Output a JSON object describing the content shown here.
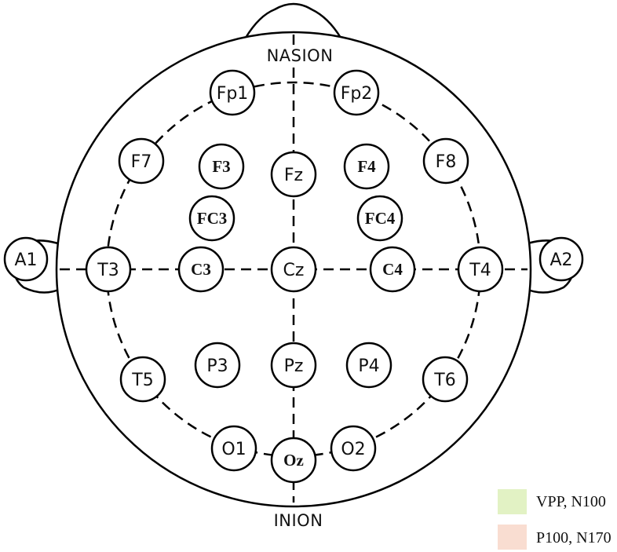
{
  "landmarks": {
    "top": "NASION",
    "bottom": "INION"
  },
  "electrodes": {
    "fp1": "Fp1",
    "fp2": "Fp2",
    "f7": "F7",
    "f3": "F3",
    "fz": "Fz",
    "f4": "F4",
    "f8": "F8",
    "fc3": "FC3",
    "fc4": "FC4",
    "a1": "A1",
    "t3": "T3",
    "c3": "C3",
    "cz": "Cz",
    "c4": "C4",
    "t4": "T4",
    "a2": "A2",
    "t5": "T5",
    "p3": "P3",
    "pz": "Pz",
    "p4": "P4",
    "t6": "T6",
    "o1": "O1",
    "oz": "Oz",
    "o2": "O2"
  },
  "legend": [
    {
      "label": "VPP, N100",
      "color": "#e2f2c4"
    },
    {
      "label": "P100, N170",
      "color": "#f9ddd1"
    }
  ]
}
